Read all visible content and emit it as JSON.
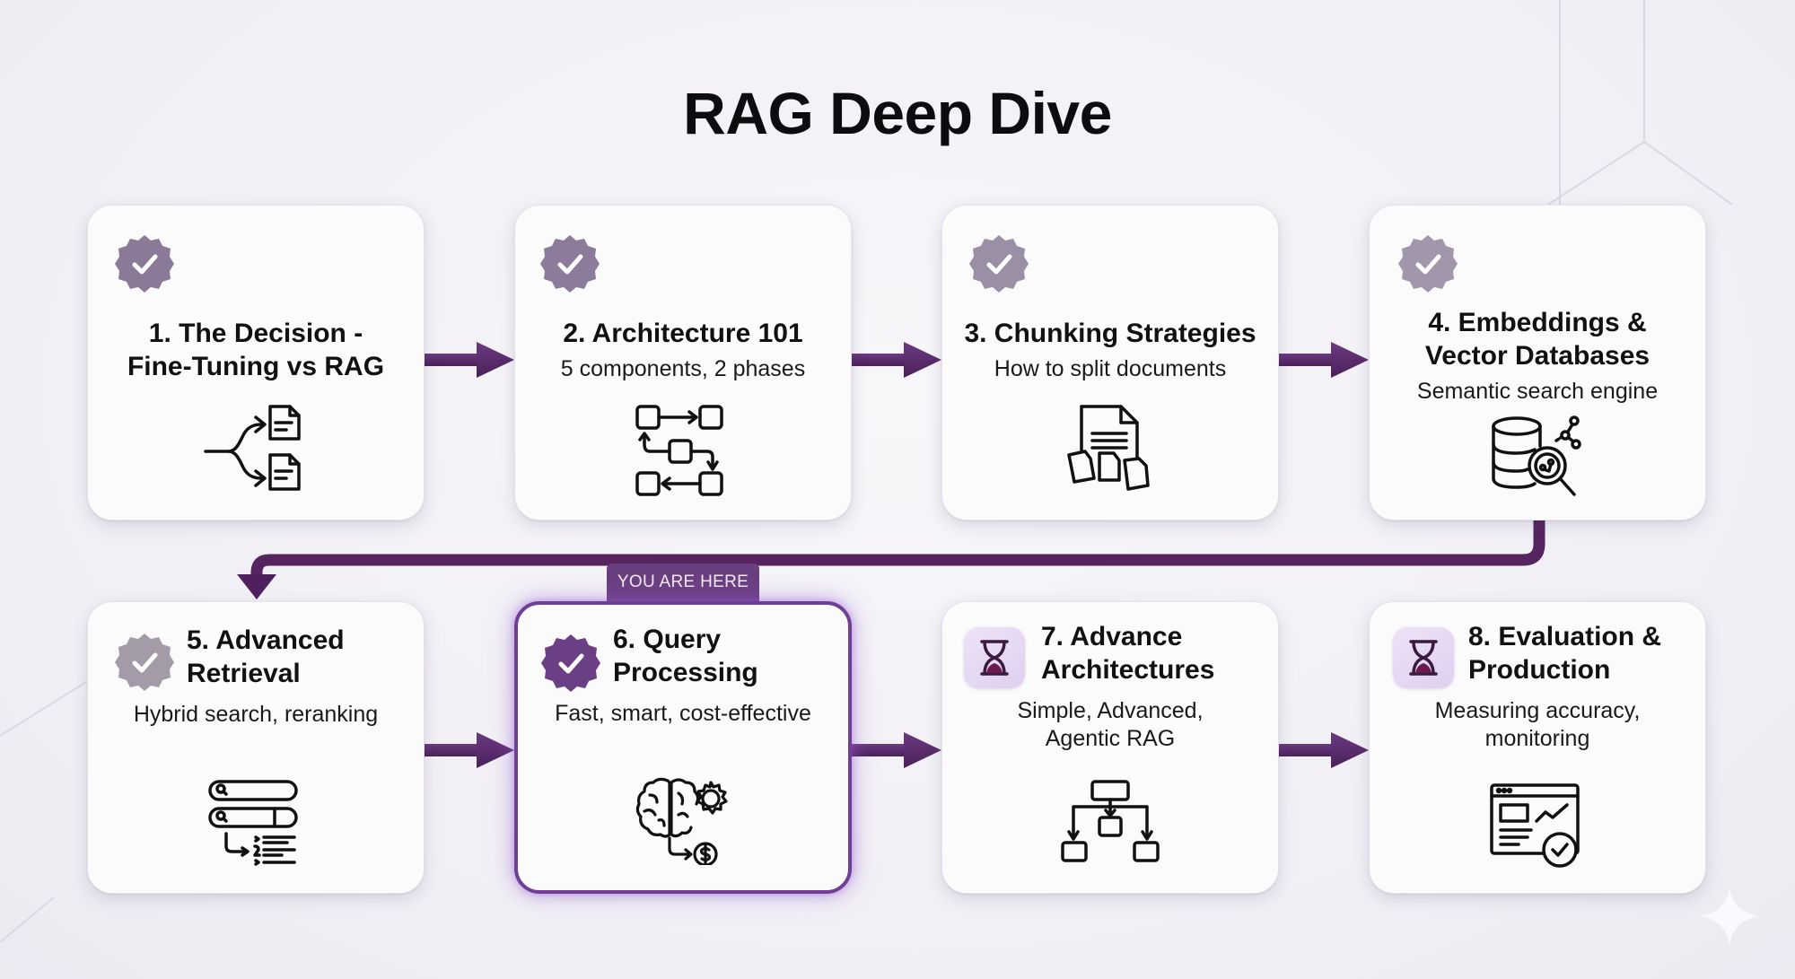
{
  "title": "RAG Deep Dive",
  "colors": {
    "accent": "#5b2a6e",
    "completed_badge": "#8a7a98",
    "current_badge": "#6a3f83",
    "pending_tile": "#e4d6f1",
    "card_bg": "#fbfbfc"
  },
  "current_marker": "YOU ARE HERE",
  "steps": [
    {
      "number": 1,
      "title_line1": "1. The Decision -",
      "title_line2": "Fine-Tuning vs RAG",
      "subtitle": "",
      "status": "completed",
      "status_icon": "check-badge-icon",
      "illustration": "decision-fork-documents-icon"
    },
    {
      "number": 2,
      "title_line1": "2. Architecture 101",
      "title_line2": "",
      "subtitle": "5 components, 2 phases",
      "status": "completed",
      "status_icon": "check-badge-icon",
      "illustration": "flow-boxes-icon"
    },
    {
      "number": 3,
      "title_line1": "3. Chunking Strategies",
      "title_line2": "",
      "subtitle": "How to split documents",
      "status": "completed",
      "status_icon": "check-badge-icon",
      "illustration": "split-document-icon"
    },
    {
      "number": 4,
      "title_line1": "4. Embeddings &",
      "title_line2": "Vector Databases",
      "subtitle": "Semantic search engine",
      "status": "completed",
      "status_icon": "check-badge-icon",
      "illustration": "database-search-icon"
    },
    {
      "number": 5,
      "title_line1": "5. Advanced",
      "title_line2": "Retrieval",
      "subtitle": "Hybrid search, reranking",
      "status": "completed",
      "status_icon": "check-badge-icon",
      "illustration": "search-rerank-icon"
    },
    {
      "number": 6,
      "title_line1": "6. Query",
      "title_line2": "Processing",
      "subtitle": "Fast, smart, cost-effective",
      "status": "current",
      "status_icon": "check-badge-icon",
      "illustration": "brain-gear-cost-icon"
    },
    {
      "number": 7,
      "title_line1": "7. Advance",
      "title_line2": "Architectures",
      "subtitle_line1": "Simple, Advanced,",
      "subtitle_line2": "Agentic RAG",
      "status": "pending",
      "status_icon": "hourglass-icon",
      "illustration": "hierarchy-icon"
    },
    {
      "number": 8,
      "title_line1": "8. Evaluation &",
      "title_line2": "Production",
      "subtitle_line1": "Measuring accuracy,",
      "subtitle_line2": "monitoring",
      "status": "pending",
      "status_icon": "hourglass-icon",
      "illustration": "dashboard-check-icon"
    }
  ]
}
